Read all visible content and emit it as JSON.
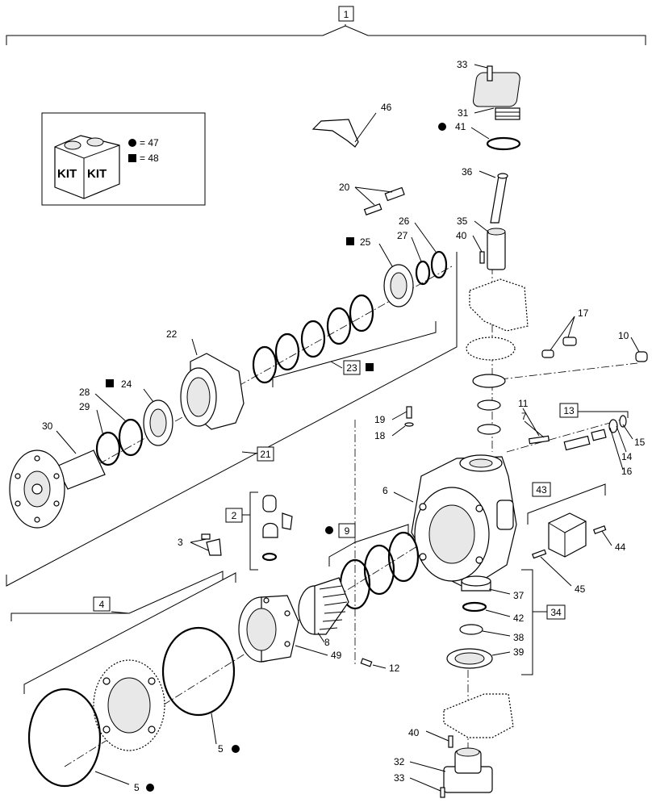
{
  "callouts": {
    "c1": "1",
    "c2": "2",
    "c3": "3",
    "c4": "4",
    "c5a": "5",
    "c5b": "5",
    "c6": "6",
    "c7": "7",
    "c8": "8",
    "c9": "9",
    "c10": "10",
    "c11": "11",
    "c12": "12",
    "c13": "13",
    "c14": "14",
    "c15": "15",
    "c16": "16",
    "c17": "17",
    "c18": "18",
    "c19": "19",
    "c20": "20",
    "c21": "21",
    "c22": "22",
    "c23": "23",
    "c24": "24",
    "c25": "25",
    "c26": "26",
    "c27": "27",
    "c28": "28",
    "c29": "29",
    "c30": "30",
    "c31": "31",
    "c32": "32",
    "c33a": "33",
    "c33b": "33",
    "c34": "34",
    "c35": "35",
    "c36": "36",
    "c37": "37",
    "c38": "38",
    "c39": "39",
    "c40a": "40",
    "c40b": "40",
    "c41": "41",
    "c42": "42",
    "c43": "43",
    "c44": "44",
    "c45": "45",
    "c46": "46",
    "c49": "49"
  },
  "kit_legend": {
    "kit_text_left": "KIT",
    "kit_text_right": "KIT",
    "circle_entry": "= 47",
    "square_entry": "= 48"
  }
}
